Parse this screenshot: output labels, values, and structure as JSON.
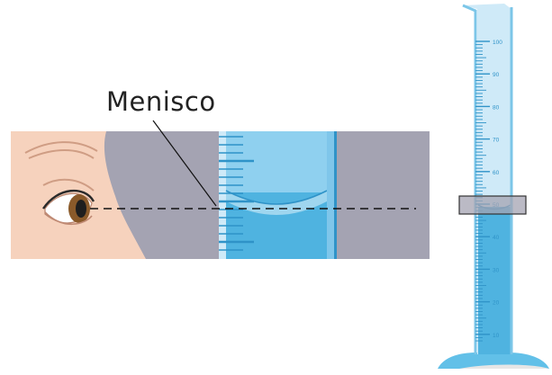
{
  "label": "Menisco",
  "scale_labels": [
    "100",
    "90",
    "80",
    "70",
    "60",
    "50",
    "40",
    "30",
    "20",
    "10"
  ],
  "colors": {
    "liquid": "#4fb3e0",
    "liquid_light": "#8fd0ef",
    "glass": "#cfeaf8",
    "backdrop": "#a4a3b2",
    "skin": "#f6d2bd",
    "iris": "#8a5a2a"
  }
}
